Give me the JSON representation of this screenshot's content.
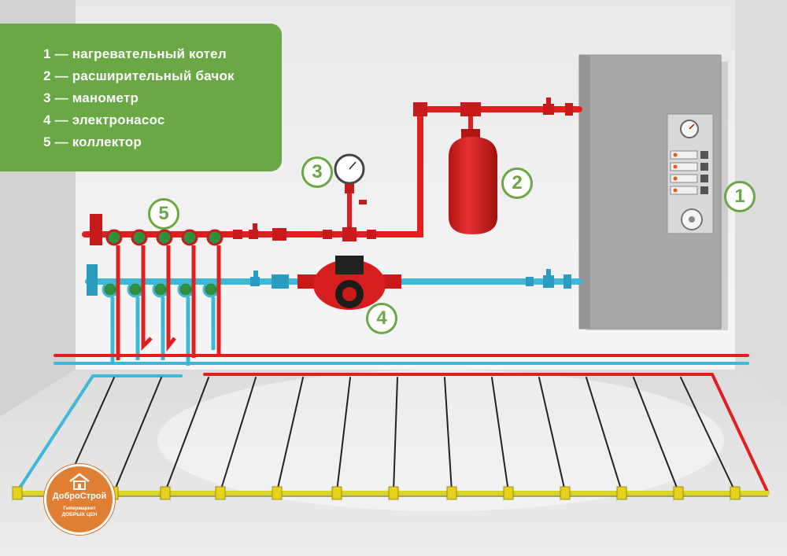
{
  "legend": {
    "items": [
      "1 — нагревательный котел",
      "2 — расширительный бачок",
      "3 — манометр",
      "4 — электронасос",
      "5 — коллектор"
    ]
  },
  "markers": [
    "1",
    "2",
    "3",
    "4",
    "5"
  ],
  "logo": {
    "name": "ДоброСтрой",
    "tagline_1": "Гипермаркет",
    "tagline_2": "ДОБРЫХ ЦЕН"
  },
  "colors": {
    "accent_green": "#6aa745",
    "supply_pipe": "#e02020",
    "return_pipe": "#3fb8d8",
    "boiler_body": "#a9a9a9",
    "floor_pipe_yellow": "#d8d62a",
    "logo_orange": "#e07f33"
  }
}
